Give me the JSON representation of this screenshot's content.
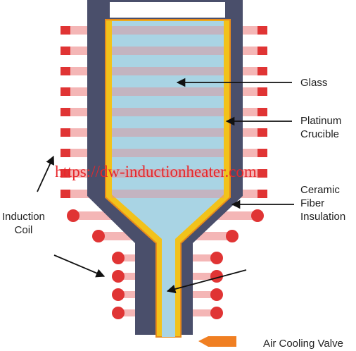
{
  "labels": {
    "glass": "Glass",
    "platinum_line1": "Platinum",
    "platinum_line2": "Crucible",
    "ceramic_line1": "Ceramic",
    "ceramic_line2": "Fiber",
    "ceramic_line3": "Insulation",
    "induction_line1": "Induction",
    "induction_line2": "Coil",
    "air_valve": "Air Cooling Valve"
  },
  "watermark": "https://dw-inductionheater.com",
  "colors": {
    "insulation": "#4a4f6b",
    "platinum": "#f2c21b",
    "platinum_edge": "#e88a1a",
    "glass": "#a9d4e4",
    "coil": "#e03434",
    "coil_band": "#f4b6b6",
    "valve": "#f07f22",
    "arrow": "#111111",
    "watermark": "#e8262a"
  }
}
